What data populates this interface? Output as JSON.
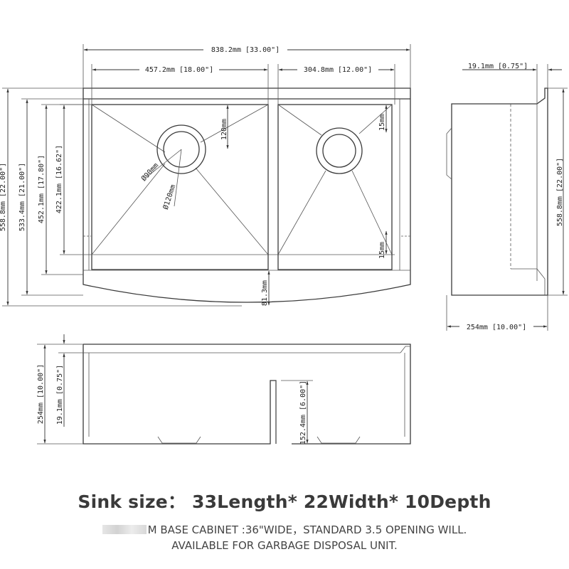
{
  "dimensions": {
    "overall_width": "838.2mm [33.00\"]",
    "left_bowl_width": "457.2mm [18.00\"]",
    "right_bowl_width": "304.8mm [12.00\"]",
    "rim_thickness": "19.1mm [0.75\"]",
    "height_total": "558.8mm [22.00\"]",
    "height_21": "533.4mm [21.00\"]",
    "height_1780": "452.1mm [17.80\"]",
    "height_1662": "422.1mm [16.62\"]",
    "drain_offset": "120mm",
    "drain_inner_dia": "Ø90mm",
    "drain_outer_dia": "Ø120mm",
    "right_drain_offset": "15mm",
    "right_bottom_offset": "15mm",
    "front_apron": "81.3mm",
    "side_height": "558.8mm [22.00\"]",
    "side_depth": "254mm [10.00\"]",
    "front_depth": "254mm [10.00\"]",
    "front_rim": "19.1mm [0.75\"]",
    "divider_height": "152.4mm [6.00\"]"
  },
  "captions": {
    "sink_size": "Sink size： 33Length* 22Width* 10Depth",
    "line1": "M BASE CABINET :36\"WIDE，STANDARD 3.5 OPENING WILL.",
    "line2": "AVAILABLE FOR GARBAGE DISPOSAL UNIT."
  }
}
